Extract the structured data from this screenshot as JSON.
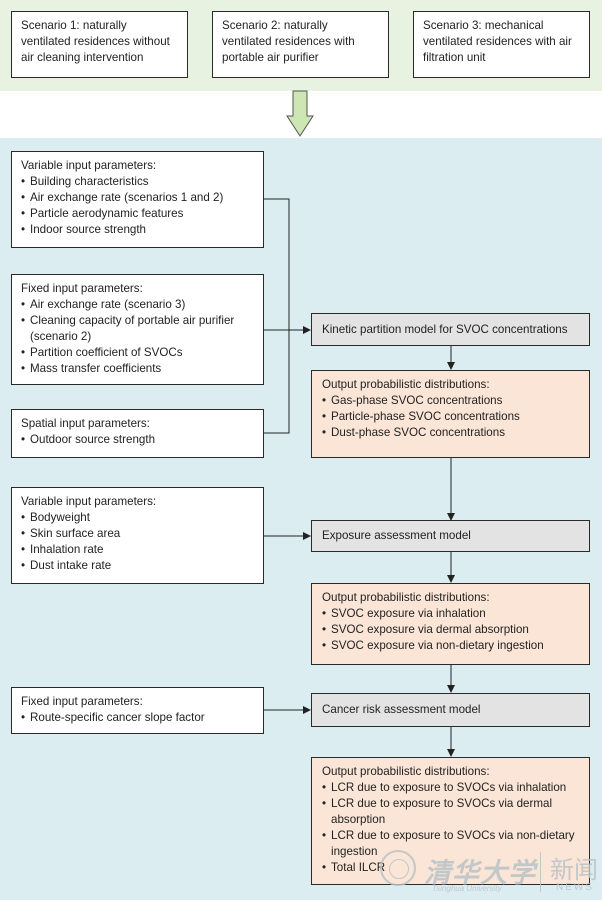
{
  "scenarios": [
    "Scenario 1: naturally ventilated residences without air cleaning intervention",
    "Scenario 2: naturally ventilated residences with portable air purifier",
    "Scenario 3: mechanical ventilated residences with air filtration unit"
  ],
  "inputs": {
    "variable1": {
      "header": "Variable input parameters:",
      "items": [
        "Building characteristics",
        "Air exchange rate (scenarios 1 and 2)",
        "Particle aerodynamic features",
        "Indoor source strength"
      ]
    },
    "fixed1": {
      "header": "Fixed input parameters:",
      "items": [
        "Air exchange rate (scenario 3)",
        "Cleaning capacity of portable air purifier (scenario 2)",
        "Partition coefficient of SVOCs",
        "Mass transfer coefficients"
      ]
    },
    "spatial": {
      "header": "Spatial input parameters:",
      "items": [
        "Outdoor source strength"
      ]
    },
    "variable2": {
      "header": "Variable input parameters:",
      "items": [
        "Bodyweight",
        "Skin surface area",
        "Inhalation rate",
        "Dust intake rate"
      ]
    },
    "fixed2": {
      "header": "Fixed input parameters:",
      "items": [
        "Route-specific cancer slope factor"
      ]
    }
  },
  "models": {
    "kinetic": "Kinetic partition model for SVOC concentrations",
    "exposure": "Exposure assessment model",
    "cancer": "Cancer risk assessment model"
  },
  "outputs": {
    "concentration": {
      "header": "Output probabilistic distributions:",
      "items": [
        "Gas-phase SVOC concentrations",
        "Particle-phase SVOC concentrations",
        "Dust-phase SVOC concentrations"
      ]
    },
    "exposure": {
      "header": "Output probabilistic distributions:",
      "items": [
        "SVOC exposure via inhalation",
        "SVOC exposure via dermal absorption",
        "SVOC exposure via non-dietary ingestion"
      ]
    },
    "risk": {
      "header": "Output probabilistic distributions:",
      "items": [
        "LCR due to exposure to SVOCs via inhalation",
        "LCR due to exposure to SVOCs via dermal absorption",
        "LCR due to exposure to SVOCs via non-dietary ingestion",
        "Total ILCR"
      ]
    }
  },
  "watermark": {
    "chinese": "清华大学",
    "english": "Tsinghua University",
    "news_cn": "新闻",
    "news_en": "NEWS"
  },
  "colors": {
    "top_band": "#e8f2e0",
    "bottom_band": "#dcedf1",
    "model_fill": "#e3e3e3",
    "output_fill": "#fae5d6",
    "arrow_fill": "#cde6b3"
  }
}
